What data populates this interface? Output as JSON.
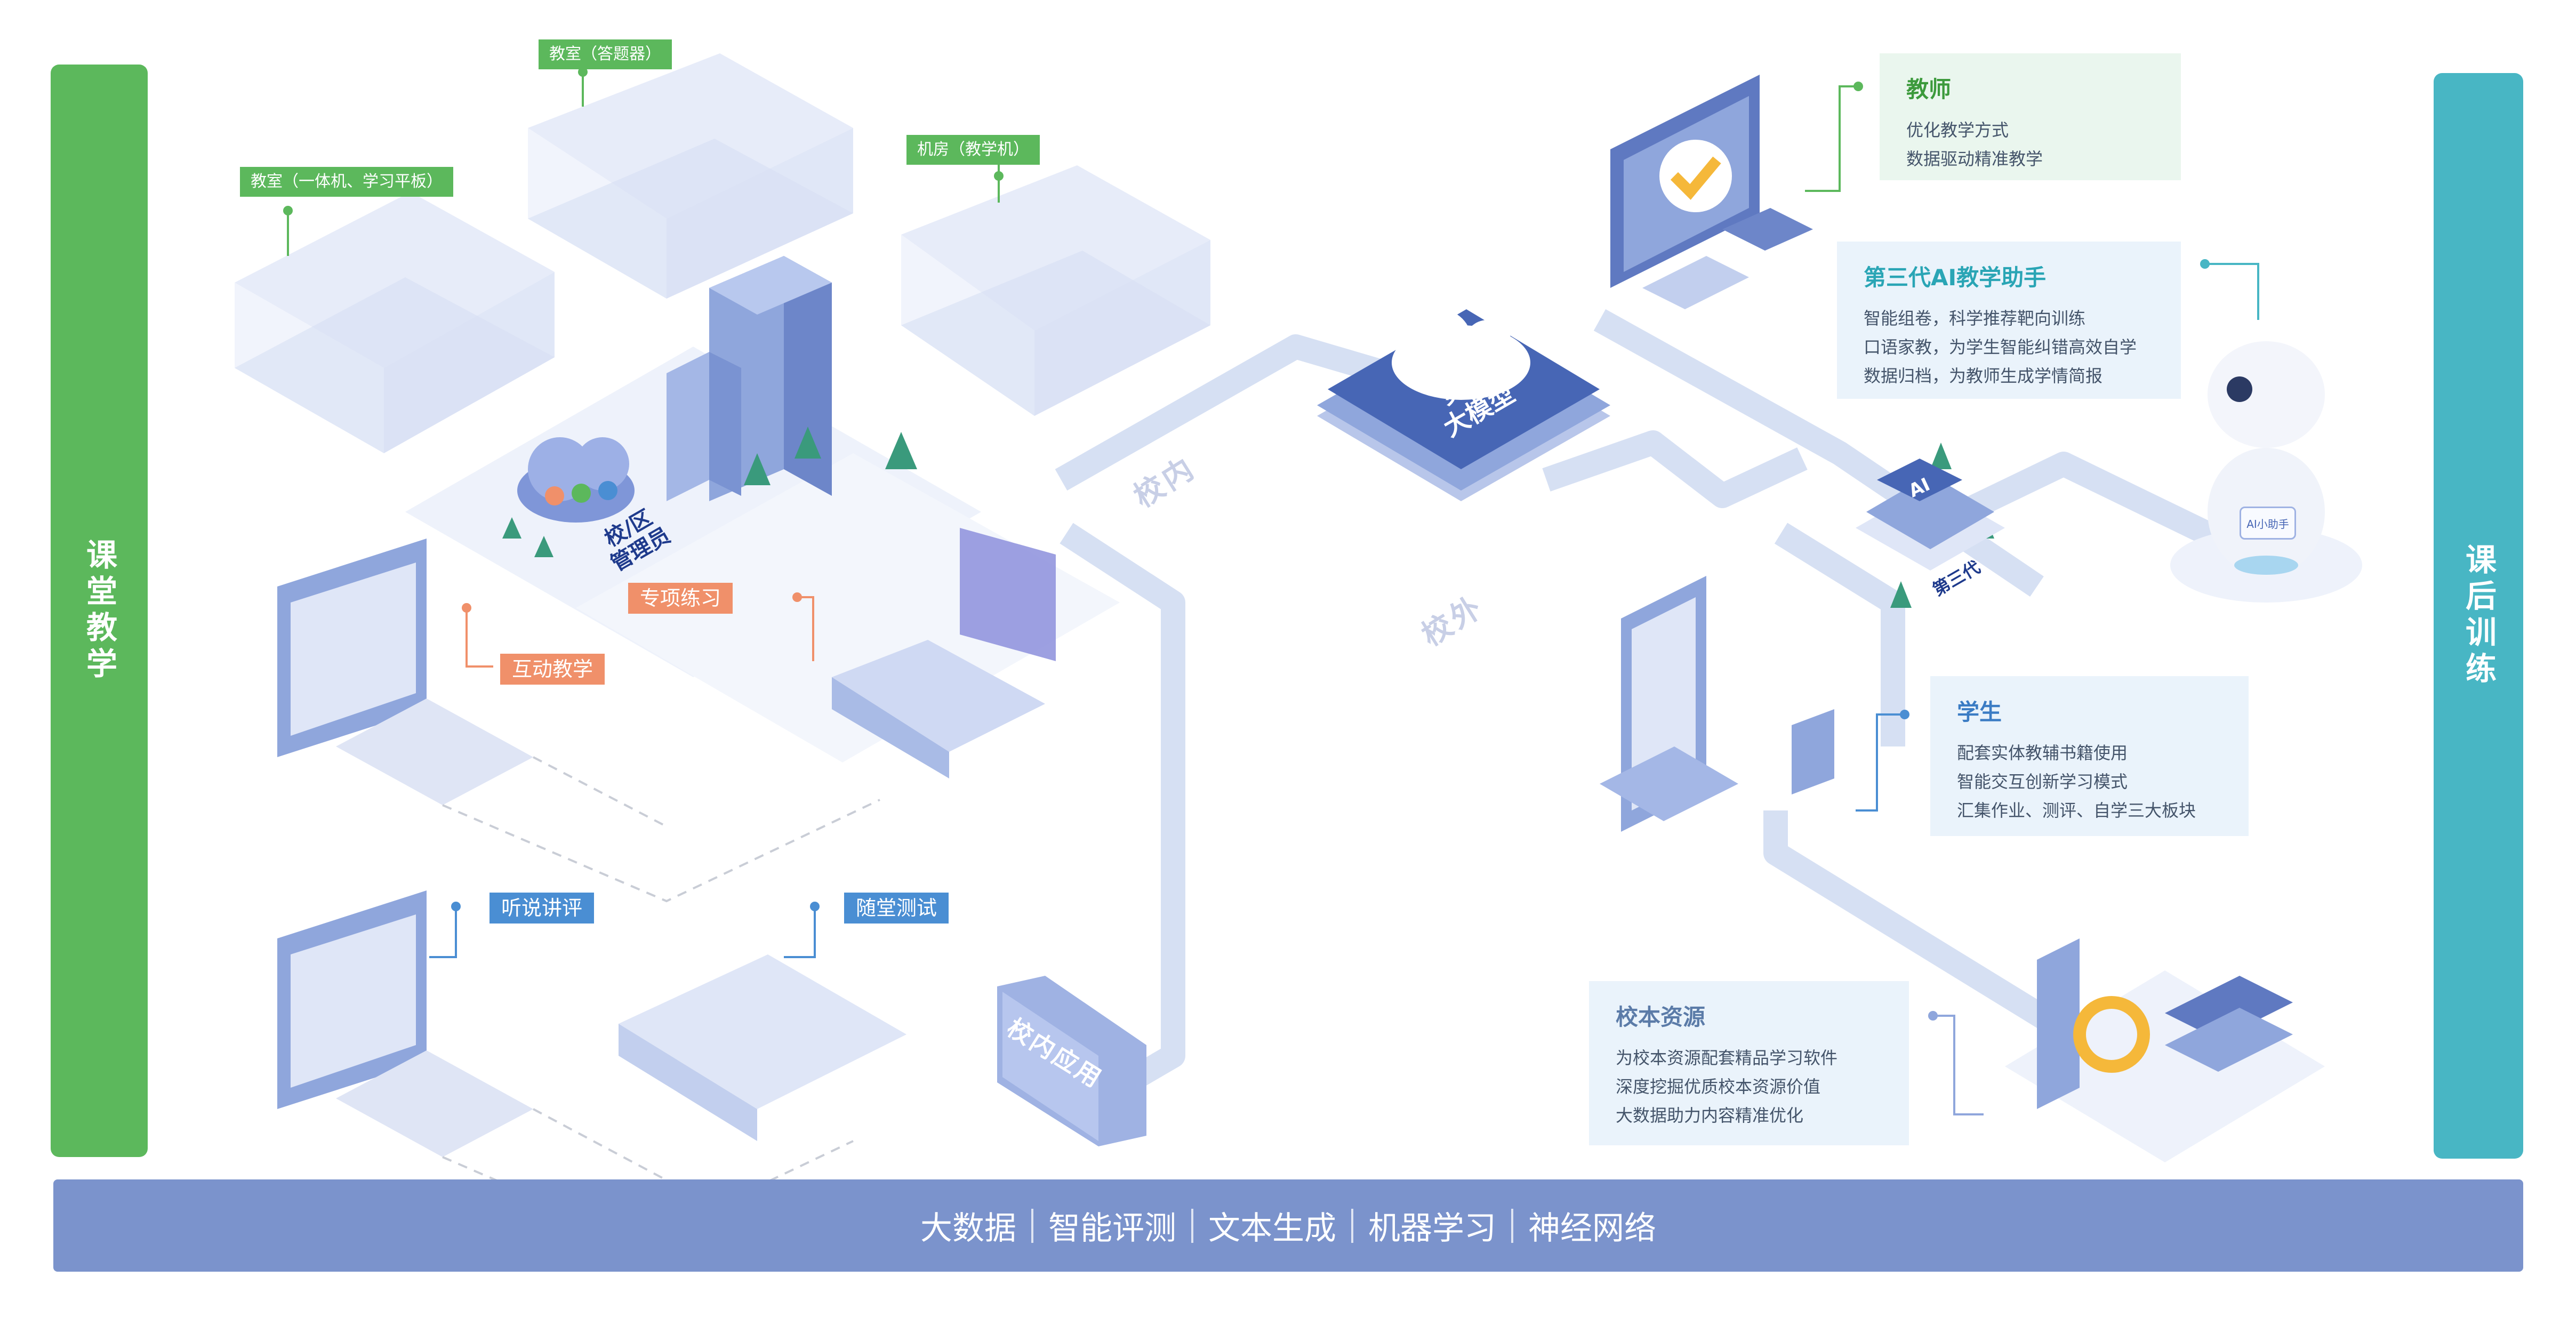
{
  "left_bar": {
    "label": "课堂教学",
    "color": "#5cb85c"
  },
  "right_bar": {
    "label": "课后训练",
    "color": "#48b6c4"
  },
  "bottom_bar": {
    "color": "#7b93cc",
    "technologies": [
      "大数据",
      "智能评测",
      "文本生成",
      "机器学习",
      "神经网络"
    ]
  },
  "center": {
    "chip_label": "灵汩大模型",
    "chip_line1": "灵汩",
    "chip_line2": "大模型",
    "zone_inside": "校内",
    "zone_outside": "校外",
    "campus_cloud_line1": "校/区",
    "campus_cloud_line2": "管理员",
    "inside_app": "校内应用",
    "third_gen_badge": "第三代",
    "ai_badge": "AI",
    "robot_badge": "AI小助手"
  },
  "classroom_tags": {
    "classroom_answer": "教室（答题器）",
    "classroom_tablet": "教室（一体机、学习平板）",
    "computer_room": "机房（教学机）"
  },
  "activity_tags": {
    "special_practice": "专项练习",
    "interactive_teaching": "互动教学",
    "listen_speak": "听说讲评",
    "quiz": "随堂测试"
  },
  "cards": {
    "teacher": {
      "title": "教师",
      "lines": [
        "优化教学方式",
        "数据驱动精准教学"
      ]
    },
    "assistant": {
      "title": "第三代AI教学助手",
      "lines": [
        "智能组卷，科学推荐靶向训练",
        "口语家教，为学生智能纠错高效自学",
        "数据归档，为教师生成学情简报"
      ]
    },
    "student": {
      "title": "学生",
      "lines": [
        "配套实体教辅书籍使用",
        "智能交互创新学习模式",
        "汇集作业、测评、自学三大板块"
      ]
    },
    "resources": {
      "title": "校本资源",
      "lines": [
        "为校本资源配套精品学习软件",
        "深度挖掘优质校本资源价值",
        "大数据助力内容精准优化"
      ]
    }
  },
  "palette": {
    "path": "#cdd9f0",
    "floor": "#eef2fb",
    "chip": "#4766b5",
    "device": "#8fa6dc",
    "device_dark": "#5f79c1",
    "tree": "#3a9a7c",
    "dash": "#c9cdd6"
  }
}
